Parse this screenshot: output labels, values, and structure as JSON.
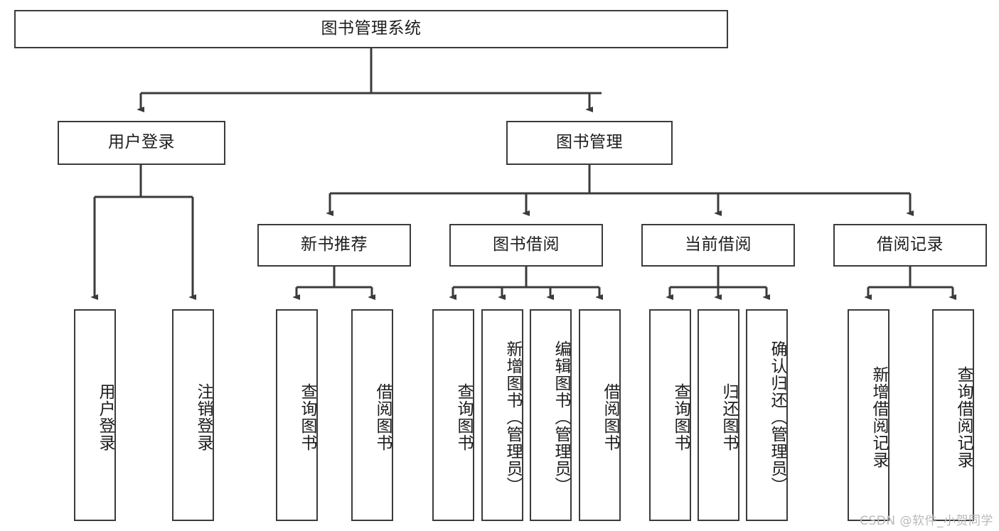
{
  "diagram": {
    "title": "图书管理系统",
    "type": "tree-hierarchy",
    "root": {
      "id": "root",
      "label": "图书管理系统"
    },
    "level2": [
      {
        "id": "user-login",
        "label": "用户登录"
      },
      {
        "id": "book-manage",
        "label": "图书管理"
      }
    ],
    "level3": [
      {
        "id": "new-book-rec",
        "label": "新书推荐",
        "parent": "book-manage"
      },
      {
        "id": "book-borrow",
        "label": "图书借阅",
        "parent": "book-manage"
      },
      {
        "id": "current-borrow",
        "label": "当前借阅",
        "parent": "book-manage"
      },
      {
        "id": "borrow-record",
        "label": "借阅记录",
        "parent": "book-manage"
      }
    ],
    "leaves": {
      "user_login": [
        {
          "id": "leaf-user-login",
          "label": "用户登录"
        },
        {
          "id": "leaf-user-logout",
          "label": "注销登录"
        }
      ],
      "new_book_rec": [
        {
          "id": "leaf-query-book-1",
          "label": "查询图书"
        },
        {
          "id": "leaf-borrow-book-1",
          "label": "借阅图书"
        }
      ],
      "book_borrow": [
        {
          "id": "leaf-query-book-2",
          "label": "查询图书"
        },
        {
          "id": "leaf-add-book",
          "label": "新增图书（管理员）"
        },
        {
          "id": "leaf-edit-book",
          "label": "编辑图书（管理员）"
        },
        {
          "id": "leaf-borrow-book-2",
          "label": "借阅图书"
        }
      ],
      "current_borrow": [
        {
          "id": "leaf-query-book-3",
          "label": "查询图书"
        },
        {
          "id": "leaf-return-book",
          "label": "归还图书"
        },
        {
          "id": "leaf-confirm-return",
          "label": "确认归还（管理员）"
        }
      ],
      "borrow_record": [
        {
          "id": "leaf-add-record",
          "label": "新增借阅记录"
        },
        {
          "id": "leaf-query-record",
          "label": "查询借阅记录"
        }
      ]
    }
  },
  "watermark": {
    "text": "CSDN @软件_小贺同学"
  },
  "colors": {
    "stroke": "#3b3b3b",
    "background": "#ffffff",
    "text": "#1d1d1d",
    "watermark": "#b9b9b9"
  }
}
